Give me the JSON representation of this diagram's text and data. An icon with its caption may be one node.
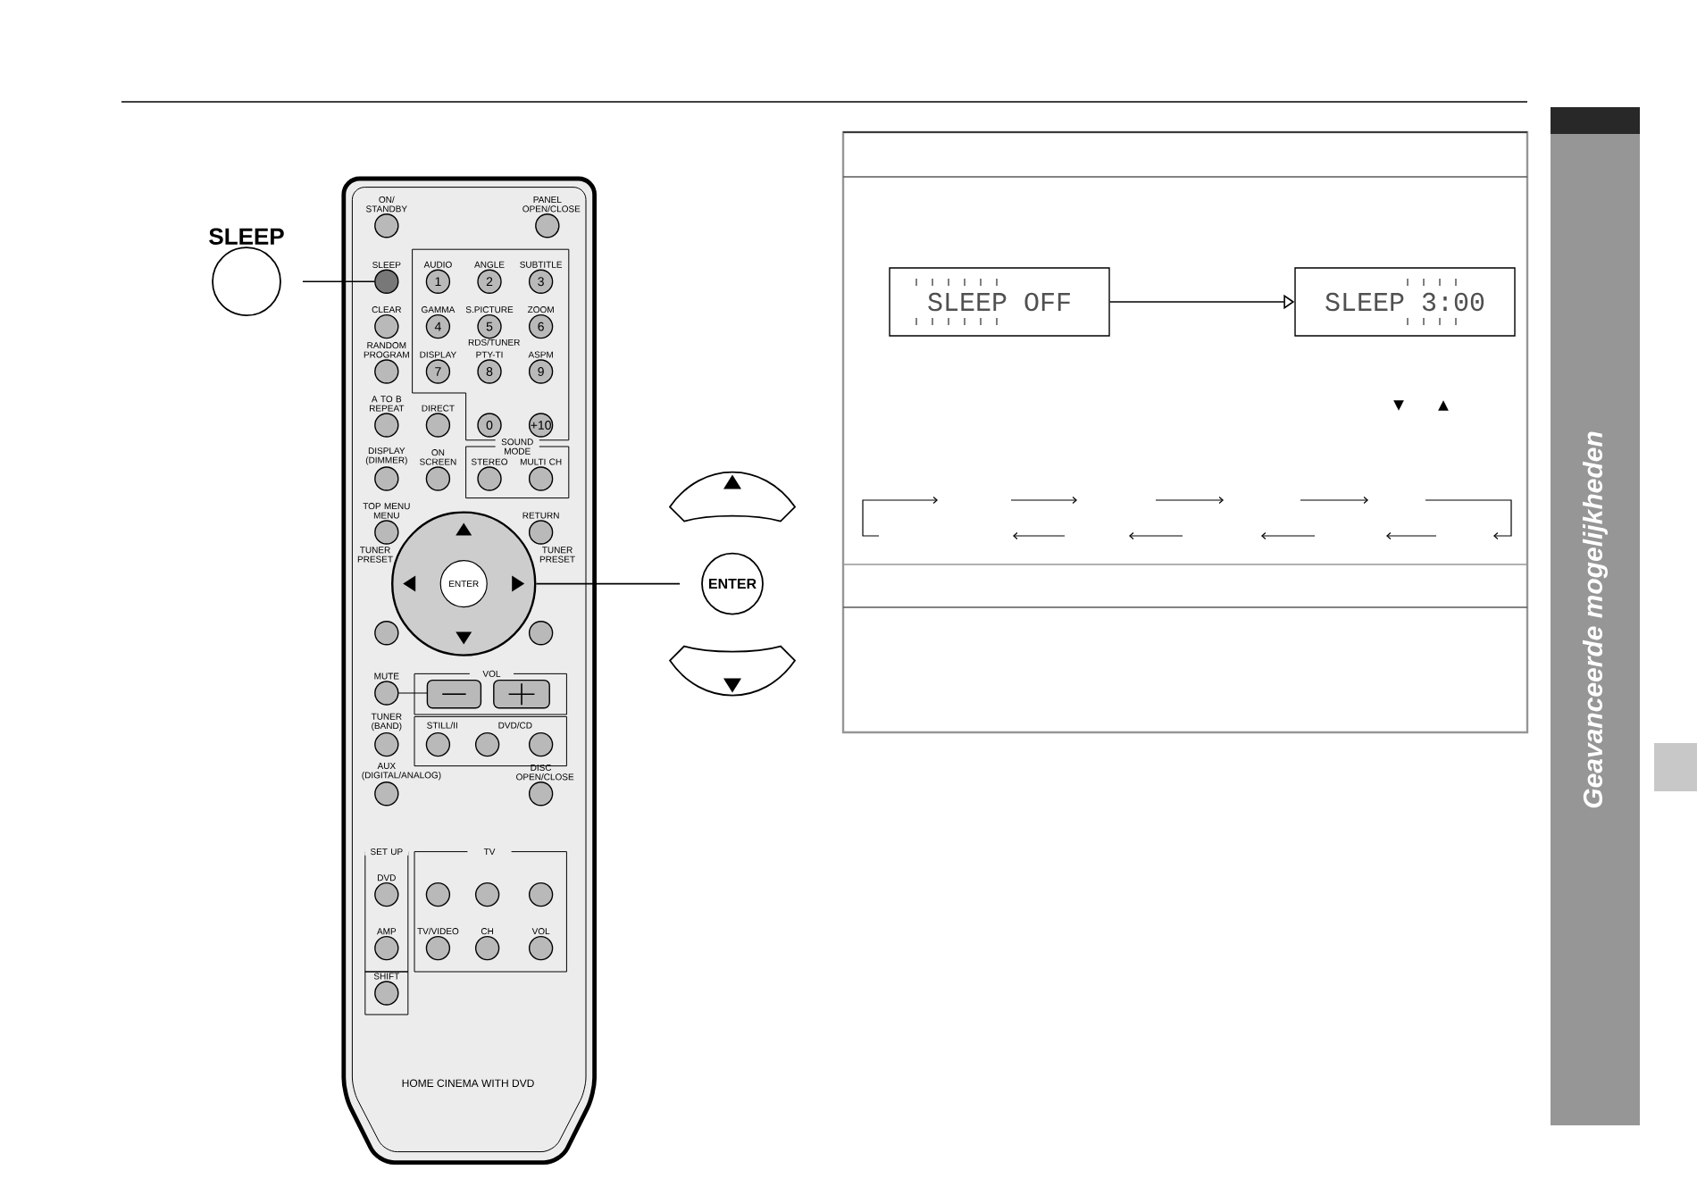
{
  "diagram": {
    "nodes": [
      {
        "text": [
          "SLEEP"
        ]
      },
      {
        "text": [],
        "shape": "circle",
        "beside": [
          "SLEEP"
        ]
      },
      {
        "text": [
          "ENTER"
        ]
      },
      {
        "text": [],
        "shape": "circle"
      },
      {
        "text": [],
        "shape": "box"
      },
      {
        "text": [
          "SLEEP OFF"
        ],
        "in": 4
      },
      {
        "text": [
          "SLEEP 3:00"
        ],
        "in": 4
      }
    ],
    "edges": [
      {
        "from": 0,
        "to": 1,
        "arrow": "none"
      },
      {
        "from": 2,
        "to": 3,
        "arrow": "none"
      },
      {
        "from": 5,
        "to": 6,
        "arrow": "to"
      }
    ],
    "labels": [
      "ON/ STANDBY",
      "PANEL OPEN/CLOSE",
      "AUDIO",
      "ANGLE",
      "SUBTITLE",
      "1",
      "2",
      "3",
      "CLEAR",
      "GAMMA",
      "S.PICTURE",
      "ZOOM",
      "4",
      "5",
      "6",
      "RANDOM PROGRAM",
      "RDS/TUNER",
      "DISPLAY",
      "PTY-TI",
      "ASPM",
      "7",
      "8",
      "9",
      "A TO B REPEAT",
      "DIRECT",
      "0",
      "+10",
      "DISPLAY (DIMMER)",
      "ON SCREEN",
      "SOUND MODE",
      "STEREO",
      "MULTI CH",
      "TOP MENU MENU",
      "RETURN",
      "ENTER",
      "TUNER PRESET",
      "TUNER PRESET",
      "MUTE",
      "VOL",
      "TUNER (BAND)",
      "STILL/II",
      "DVD/CD",
      "AUX (DIGITAL/ANALOG)",
      "DISC OPEN/CLOSE",
      "SET UP",
      "DVD",
      "TV",
      "AMP",
      "TV/VIDEO",
      "CH",
      "VOL",
      "SHIFT",
      "HOME CINEMA WITH DVD",
      "▼",
      "▲",
      "Geavanceerde mogelijkheden"
    ]
  }
}
